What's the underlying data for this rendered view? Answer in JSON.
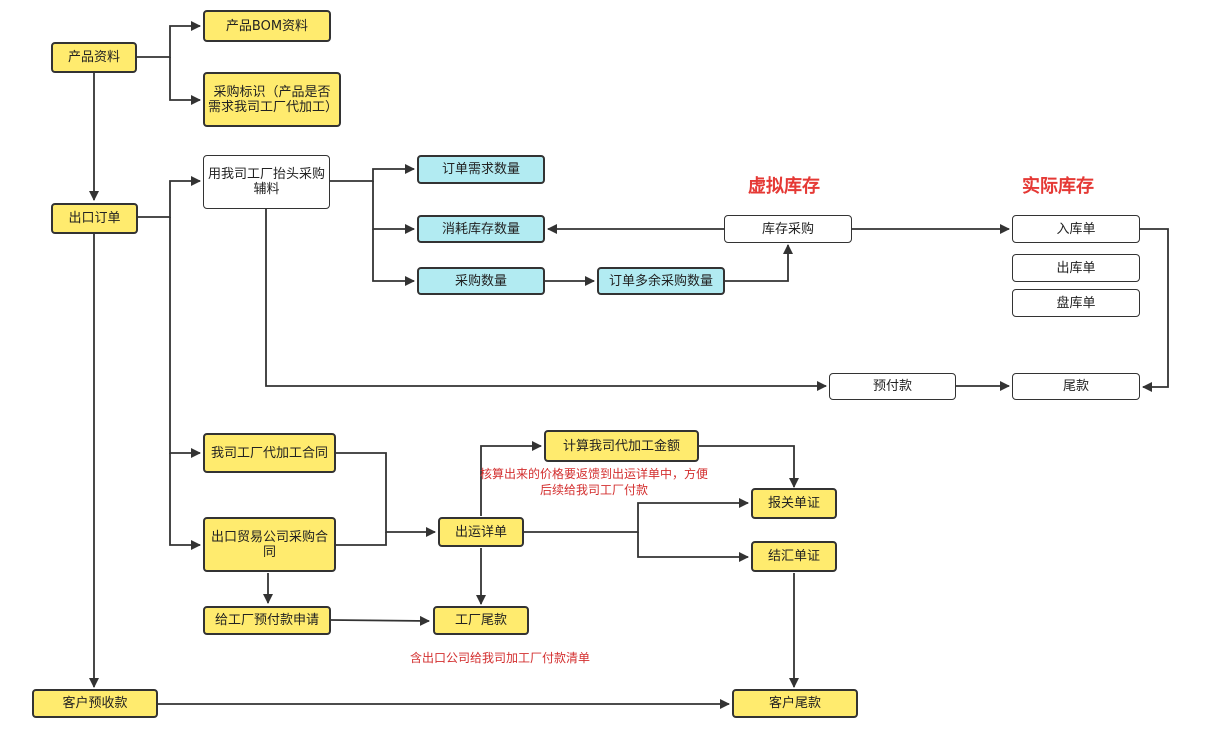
{
  "colors": {
    "yellow": "#FFEB6E",
    "cyan": "#B2EBF2",
    "white": "#FFFFFF",
    "line": "#333333",
    "red": "#E53935"
  },
  "titles": {
    "virtual_stock": "虚拟库存",
    "actual_stock": "实际库存"
  },
  "nodes": {
    "product_info": "产品资料",
    "product_bom": "产品BOM资料",
    "purchase_flag": "采购标识（产品是否需求我司工厂代加工）",
    "export_order": "出口订单",
    "factory_purchase": "用我司工厂抬头采购辅料",
    "order_demand_qty": "订单需求数量",
    "consume_stock_qty": "消耗库存数量",
    "purchase_qty": "采购数量",
    "order_surplus_qty": "订单多余采购数量",
    "stock_purchase": "库存采购",
    "inbound": "入库单",
    "outbound": "出库单",
    "inventory_check": "盘库单",
    "prepayment": "预付款",
    "balance_payment": "尾款",
    "processing_contract": "我司工厂代加工合同",
    "trade_purchase_contract": "出口贸易公司采购合同",
    "calc_processing_amount": "计算我司代加工金额",
    "shipping_detail": "出运详单",
    "customs_docs": "报关单证",
    "fx_docs": "结汇单证",
    "factory_prepay_request": "给工厂预付款申请",
    "factory_balance": "工厂尾款",
    "customer_advance": "客户预收款",
    "customer_balance": "客户尾款"
  },
  "notes": {
    "price_feedback": "核算出来的价格要返馈到出运详单中，方便后续给我司工厂付款",
    "payment_list": "含出口公司给我司加工厂付款清单"
  }
}
